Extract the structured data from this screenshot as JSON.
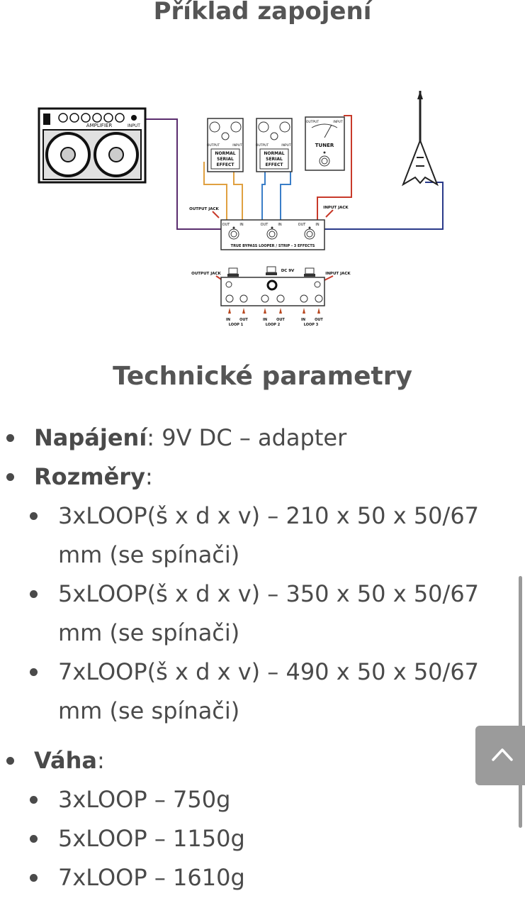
{
  "section_example": {
    "title": "Příklad zapojení"
  },
  "diagram": {
    "amplifier": "AMPLIFIER",
    "amp_input": "INPUT",
    "pedal_output": "OUTPUT",
    "pedal_input": "INPUT",
    "effect1": [
      "NORMAL",
      "SERIAL",
      "EFFECT"
    ],
    "effect2": [
      "NORMAL",
      "SERIAL",
      "EFFECT"
    ],
    "tuner": "TUNER",
    "tuner_output": "OUTPUT",
    "tuner_input": "INPUT",
    "output_jack": "OUTPUT JACK",
    "input_jack": "INPUT JACK",
    "out": "OUT",
    "in": "IN",
    "looper_label": "TRUE BYPASS LOOPER / STRIP - 3 EFFECTS",
    "dc": "DC 9V",
    "loop1": "LOOP 1",
    "loop2": "LOOP 2",
    "loop3": "LOOP 3"
  },
  "section_tech": {
    "title": "Technické parametry",
    "power_label": "Napájení",
    "power_value": ": 9V DC – adapter",
    "dims_label": "Rozměry",
    "dims_suffix": ":",
    "dims": [
      "3xLOOP(š x d x v) – 210 x 50 x 50/67 mm (se spínači)",
      "5xLOOP(š x d x v) – 350 x 50 x 50/67 mm (se spínači)",
      "7xLOOP(š x d x v) – 490 x 50 x 50/67 mm (se spínači)"
    ],
    "weight_label": "Váha",
    "weight_suffix": ":",
    "weights": [
      "3xLOOP – 750g",
      "5xLOOP – 1150g",
      "7xLOOP – 1610g"
    ]
  },
  "colors": {
    "text": "#4a4a4a",
    "heading": "#555555",
    "back_to_top": "#9b9b9b"
  }
}
